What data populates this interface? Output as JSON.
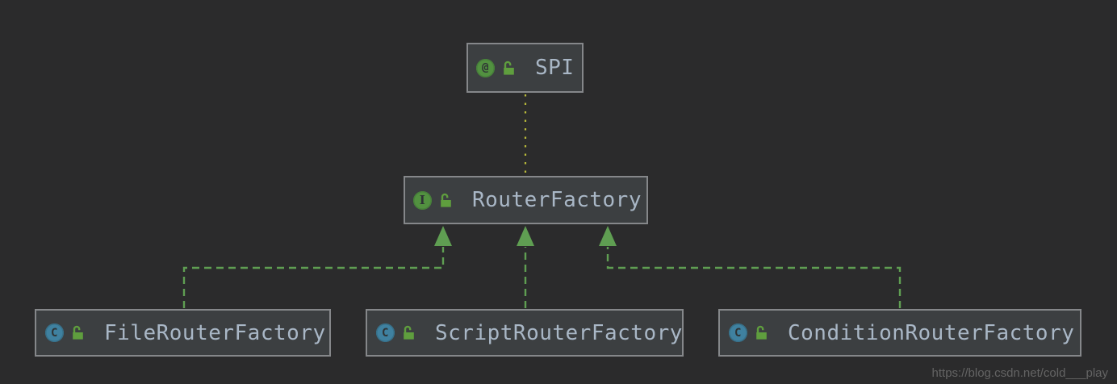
{
  "diagram": {
    "nodes": [
      {
        "label": "SPI",
        "type": "annotation",
        "type_glyph": "@"
      },
      {
        "label": "RouterFactory",
        "type": "interface",
        "type_glyph": "I"
      },
      {
        "label": "FileRouterFactory",
        "type": "class",
        "type_glyph": "C"
      },
      {
        "label": "ScriptRouterFactory",
        "type": "class",
        "type_glyph": "C"
      },
      {
        "label": "ConditionRouterFactory",
        "type": "class",
        "type_glyph": "C"
      }
    ],
    "edges": [
      {
        "from": "SPI",
        "to": "RouterFactory",
        "style": "dotted"
      },
      {
        "from": "FileRouterFactory",
        "to": "RouterFactory",
        "style": "dashed-arrow"
      },
      {
        "from": "ScriptRouterFactory",
        "to": "RouterFactory",
        "style": "dashed-arrow"
      },
      {
        "from": "ConditionRouterFactory",
        "to": "RouterFactory",
        "style": "dashed-arrow"
      }
    ]
  },
  "colors": {
    "background": "#2b2b2c",
    "node_fill": "#3c3f41",
    "node_border": "#85878a",
    "node_text": "#a9b7c6",
    "annotation_interface_badge": "#529140",
    "class_badge": "#3f81a0",
    "lock_icon": "#5f9e3e",
    "edge_green": "#5f9e52",
    "edge_dotted_yellow": "#b9ba3a",
    "watermark_text": "#646464"
  },
  "watermark": {
    "text": "https://blog.csdn.net/cold___play"
  }
}
